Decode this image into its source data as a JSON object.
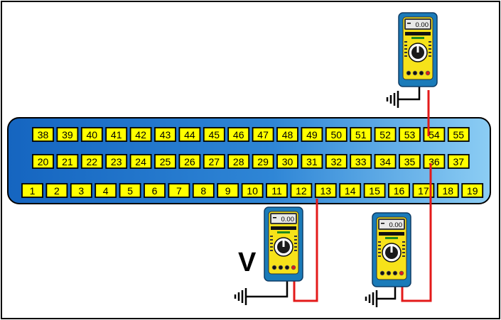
{
  "connector": {
    "rows": [
      [
        "38",
        "39",
        "40",
        "41",
        "42",
        "43",
        "44",
        "45",
        "46",
        "47",
        "48",
        "49",
        "50",
        "51",
        "52",
        "53",
        "54",
        "55"
      ],
      [
        "20",
        "21",
        "22",
        "23",
        "24",
        "25",
        "26",
        "27",
        "28",
        "29",
        "30",
        "31",
        "32",
        "33",
        "34",
        "35",
        "36",
        "37"
      ],
      [
        "1",
        "2",
        "3",
        "4",
        "5",
        "6",
        "7",
        "8",
        "9",
        "10",
        "11",
        "12",
        "13",
        "14",
        "15",
        "16",
        "17",
        "18",
        "19"
      ]
    ]
  },
  "meters": [
    {
      "id": "top-right",
      "display": "0.00",
      "probe_pin": "54"
    },
    {
      "id": "bottom-center",
      "display": "0.00",
      "probe_pin": "13"
    },
    {
      "id": "bottom-right",
      "display": "0.00",
      "probe_pin": "36"
    }
  ],
  "label_v": "V",
  "colors": {
    "connector_dark": "#1565c0",
    "connector_light": "#7fc6f2",
    "pin_fill": "#ffff00",
    "wire": "#e31a1a",
    "meter_case": "#1a7bb9",
    "meter_face": "#f6e21a"
  }
}
